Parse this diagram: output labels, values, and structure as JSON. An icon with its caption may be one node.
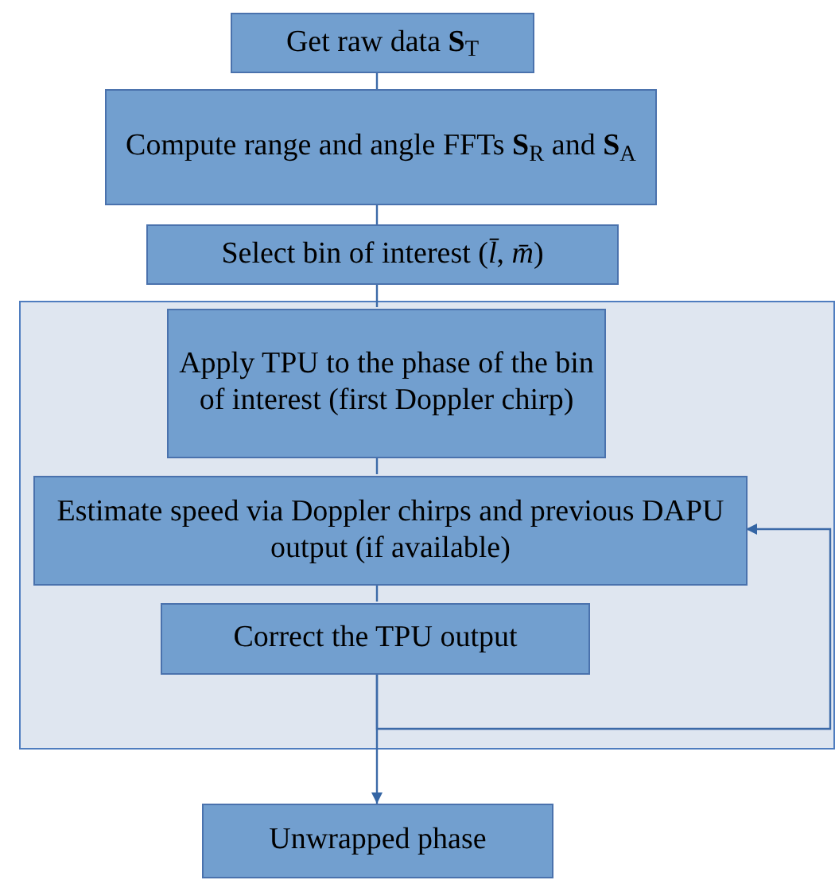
{
  "diagram": {
    "nodes": [
      {
        "text": [
          "Get raw data **S**$_{T}$"
        ]
      },
      {
        "text": [
          "Compute range and angle FFTs **S**$_{R}$ and **S**$_{A}$"
        ]
      },
      {
        "text": [
          "Select bin of interest (*l̄*, *m̄*)"
        ]
      },
      {
        "text": [],
        "shape": "box"
      },
      {
        "text": [
          "Apply TPU to the phase of the bin of interest (first Doppler chirp)"
        ],
        "in": 3
      },
      {
        "text": [
          "Estimate speed via Doppler chirps and previous DAPU output (if available)"
        ],
        "in": 3
      },
      {
        "text": [
          "Correct the TPU output"
        ],
        "in": 3
      },
      {
        "text": [
          "Unwrapped phase"
        ]
      }
    ],
    "edges": [
      {
        "from": 0,
        "to": 1,
        "arrow": "none"
      },
      {
        "from": 1,
        "to": 2,
        "arrow": "none"
      },
      {
        "from": 2,
        "to": 4,
        "arrow": "none"
      },
      {
        "from": 4,
        "to": 5,
        "arrow": "none"
      },
      {
        "from": 5,
        "to": 6,
        "arrow": "none"
      },
      {
        "from": 6,
        "to": 7,
        "arrow": "to"
      },
      {
        "from": 6,
        "to": 5,
        "arrow": "to"
      }
    ]
  }
}
